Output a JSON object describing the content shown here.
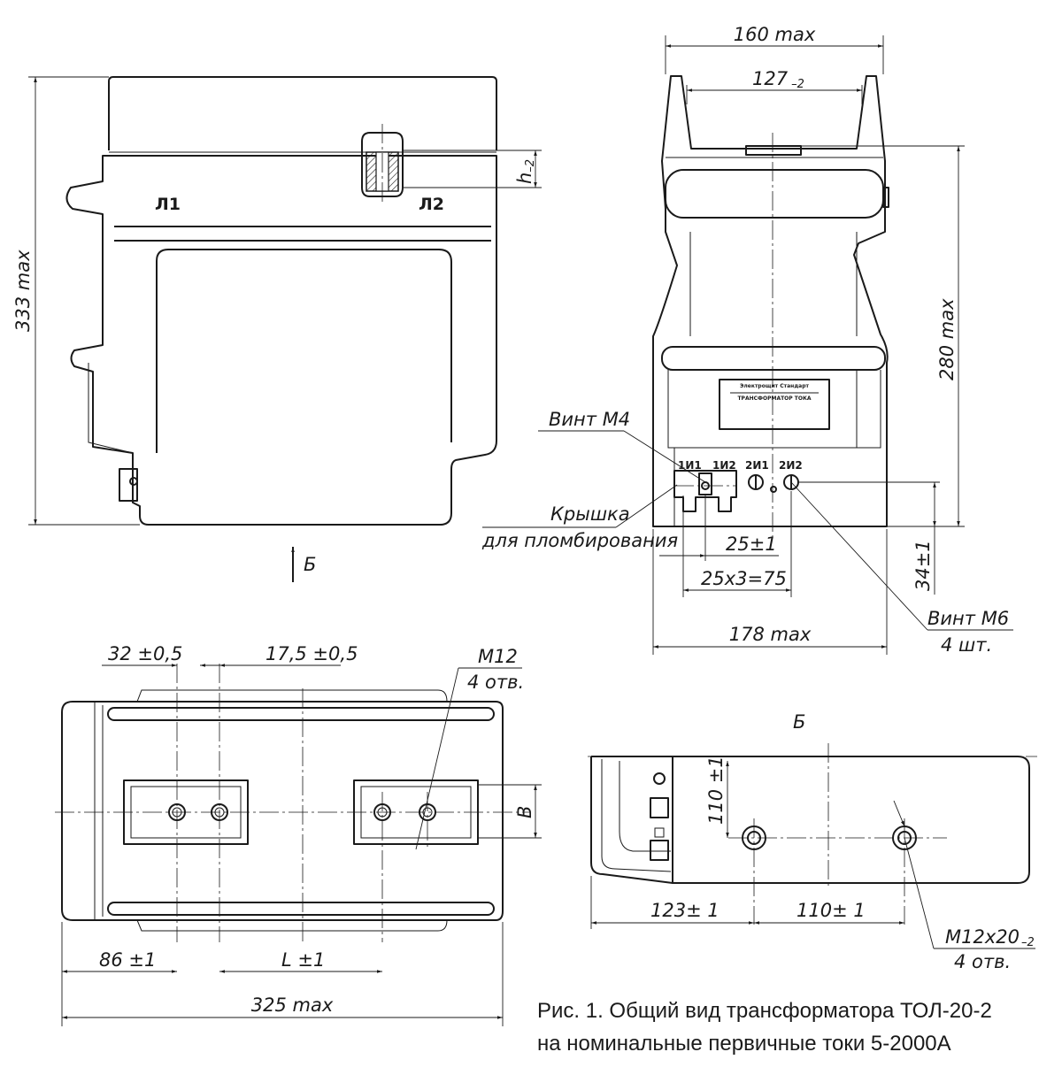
{
  "labels": {
    "dim_333": "333 max",
    "dim_h": "h",
    "dim_h_tol": "–2",
    "terminal_l1": "Л1",
    "terminal_l2": "Л2",
    "view_arrow": "Б",
    "dim_160": "160 max",
    "dim_127": "127",
    "dim_127_tol": "–2",
    "dim_280": "280 max",
    "screw_m4": "Винт М4",
    "cover_line1": "Крышка",
    "cover_line2": "для пломбирования",
    "term_1i1": "1И1",
    "term_1i2": "1И2",
    "term_2i1": "2И1",
    "term_2i2": "2И2",
    "dim_25": "25±1",
    "dim_25x3": "25x3=75",
    "dim_34": "34±1",
    "screw_m6": "Винт М6",
    "screw_m6_qty": "4 шт.",
    "dim_178": "178 max",
    "dim_32": "32 ±0,5",
    "dim_17_5": "17,5 ±0,5",
    "m12": "М12",
    "m12_qty": "4 отв.",
    "dim_b": "В",
    "dim_86": "86 ±1",
    "dim_l": "L ±1",
    "dim_325": "325 max",
    "view_b_title": "Б",
    "dim_110_v": "110 ±1",
    "dim_123": "123± 1",
    "dim_110_h": "110± 1",
    "m12x20": "М12х20",
    "m12x20_tol": "–2",
    "m12x20_qty": "4 отв.",
    "plate_line1": "Электрощит Стандарт",
    "plate_line3": "ТРАНСФОРМАТОР ТОКА"
  },
  "caption": {
    "line1": "Рис. 1. Общий вид трансформатора ТОЛ-20-2",
    "line2": "на номинальные первичные токи 5-2000А"
  }
}
